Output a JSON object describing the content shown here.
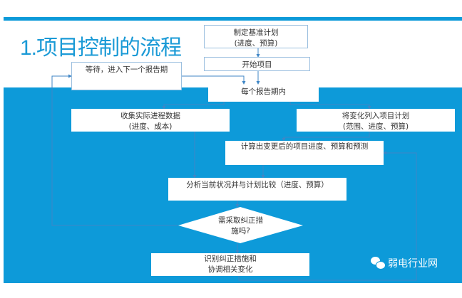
{
  "title": "1.项目控制的流程",
  "nodes": {
    "baseline_plan": {
      "line1": "制定基准计划",
      "line2": "(进度、预算)"
    },
    "start_project": {
      "line1": "开始项目"
    },
    "wait_next_period": {
      "line1": "等待，进入下一个报告期"
    },
    "each_period": {
      "line1": "每个报告期内"
    },
    "collect_data": {
      "line1": "收集实际进程数据",
      "line2": "(进度、成本)"
    },
    "add_changes": {
      "line1": "将变化列入项目计划",
      "line2": "(范围、进度、预算)"
    },
    "calculate": {
      "line1": "计算出变更后的项目进度、预算和预测"
    },
    "analyze": {
      "line1": "分析当前状况并与计划比较（进度、预算）"
    },
    "decision": {
      "line1": "需采取纠正措",
      "line2": "施吗?"
    },
    "identify": {
      "line1": "识别纠正措施和",
      "line2": "协调相关变化"
    }
  },
  "watermark": "弱电行业网",
  "colors": {
    "accent": "#0d9ad9",
    "title": "#1a9ad6",
    "connector": "#3f86c6"
  }
}
